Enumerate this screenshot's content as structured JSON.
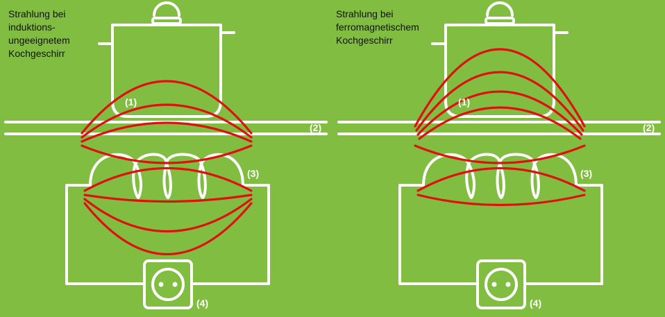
{
  "captions": {
    "left": "Strahlung bei\ninduktions-\nungeeignetem\nKochgeschirr",
    "right": "Strahlung bei\nferromagnetischem\nKochgeschirr"
  },
  "labels": {
    "pot": "(1)",
    "hob": "(2)",
    "coil": "(3)",
    "socket": "(4)"
  },
  "colors": {
    "background": "#80bd40",
    "line": "#ffffff",
    "field_lines": "#e01010"
  }
}
